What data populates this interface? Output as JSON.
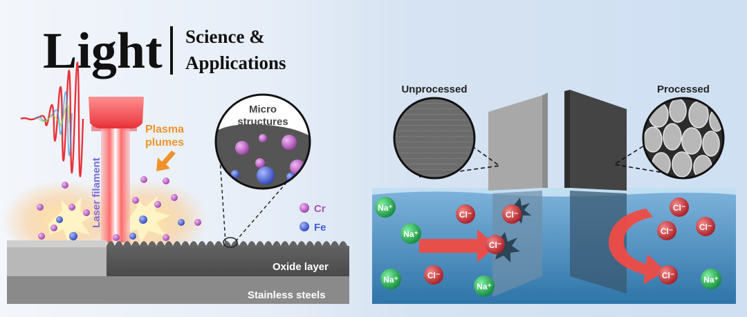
{
  "logo": {
    "main": "Light",
    "line1": "Science &",
    "line2": "Applications"
  },
  "left_panel": {
    "laser_label": "Laser filament",
    "plasma_label_line1": "Plasma",
    "plasma_label_line2": "plumes",
    "inset_label_line1": "Micro",
    "inset_label_line2": "structures",
    "legend": [
      {
        "element": "Cr",
        "color": "#b04fb8"
      },
      {
        "element": "Fe",
        "color": "#3e5fd6"
      }
    ],
    "oxide_label": "Oxide layer",
    "steel_label": "Stainless steels"
  },
  "right_panel": {
    "unprocessed_label": "Unprocessed",
    "processed_label": "Processed",
    "ions": {
      "sodium": "Na⁺",
      "chloride": "Cl⁻"
    }
  },
  "colors": {
    "laser": "#e8323a",
    "cr_particle": "#b04fb8",
    "fe_particle": "#3e5fd6",
    "sodium_ion": "#1fa84a",
    "chloride_ion": "#c0262d",
    "arrow": "#ef4b45",
    "water": "#3e86b8"
  }
}
